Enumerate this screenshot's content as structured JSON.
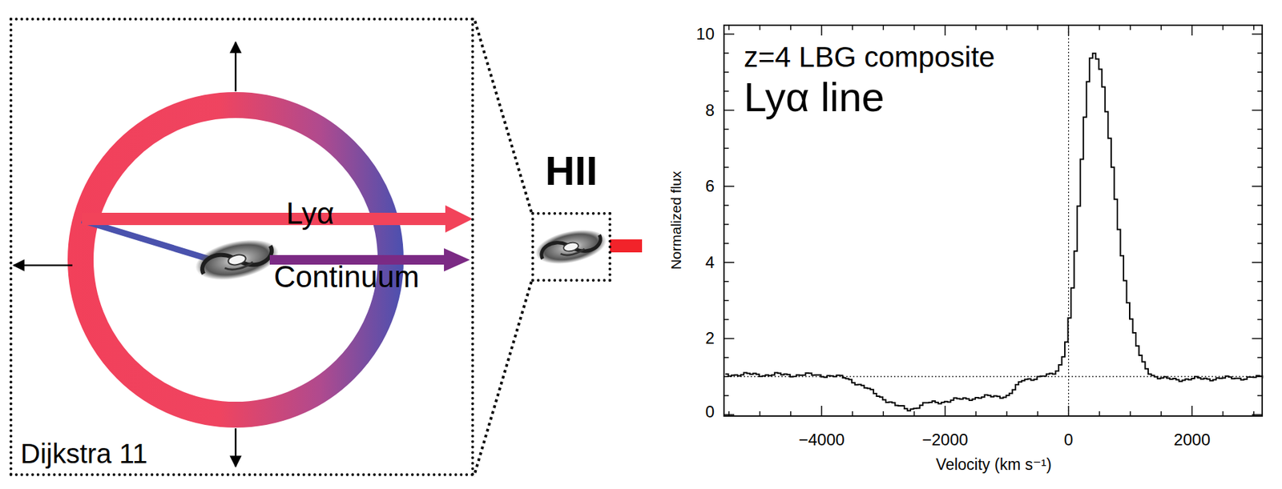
{
  "diagram": {
    "nodes": [
      {
        "text": [
          "Dijkstra 11"
        ]
      },
      {
        "text": [
          "HII"
        ]
      },
      {
        "text": [
          "z=4 LBG composite",
          "Lyα line"
        ]
      }
    ],
    "edges": [
      {
        "from": 1,
        "to": 0,
        "arrow": "none"
      },
      {
        "from": 1,
        "to": 0,
        "arrow": "none"
      }
    ],
    "labels": [
      "Lyα",
      "Continuum",
      "10",
      "8",
      "6",
      "4",
      "2",
      "0",
      "Normalized flux",
      "−4000",
      "−2000",
      "0",
      "2000",
      "Velocity (km s⁻¹)"
    ]
  }
}
